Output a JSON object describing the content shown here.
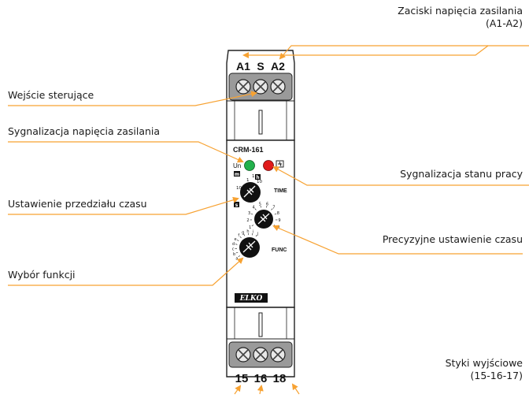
{
  "annotations": {
    "supply_terminals_line1": "Zaciski napięcia zasilania",
    "supply_terminals_line2": "(A1-A2)",
    "control_input": "Wejście sterujące",
    "supply_signal": "Sygnalizacja napięcia zasilania",
    "work_state_signal": "Sygnalizacja stanu pracy",
    "time_range_setting": "Ustawienie przedziału czasu",
    "fine_time_setting": "Precyzyjne ustawienie czasu",
    "function_select": "Wybór funkcji",
    "output_contacts_line1": "Styki wyjściowe",
    "output_contacts_line2": "(15-16-17)"
  },
  "device": {
    "terminals_top": [
      "A1",
      "S",
      "A2"
    ],
    "terminals_bottom": [
      "15",
      "16",
      "18"
    ],
    "model": "CRM-161",
    "led_un_label": "Un",
    "time_label": "TIME",
    "func_label": "FUNC",
    "brand": "ELKO",
    "range_ticks": [
      "1",
      "10",
      "1",
      "10"
    ],
    "unit_labels": [
      "m",
      "h",
      "s"
    ],
    "func_letters": [
      "a",
      "b",
      "c",
      "d",
      "e",
      "f",
      "g",
      "h",
      "i",
      "j"
    ],
    "fine_ticks": [
      "1",
      "2",
      "3",
      "4",
      "5",
      "6",
      "7",
      "8",
      "9",
      "10"
    ]
  },
  "colors": {
    "arrow": "#f7a232",
    "led_green": "#22b14c",
    "led_red": "#e01a1a",
    "knob": "#111111"
  },
  "icons": {
    "relay_symbol": "relay-contact-icon"
  }
}
